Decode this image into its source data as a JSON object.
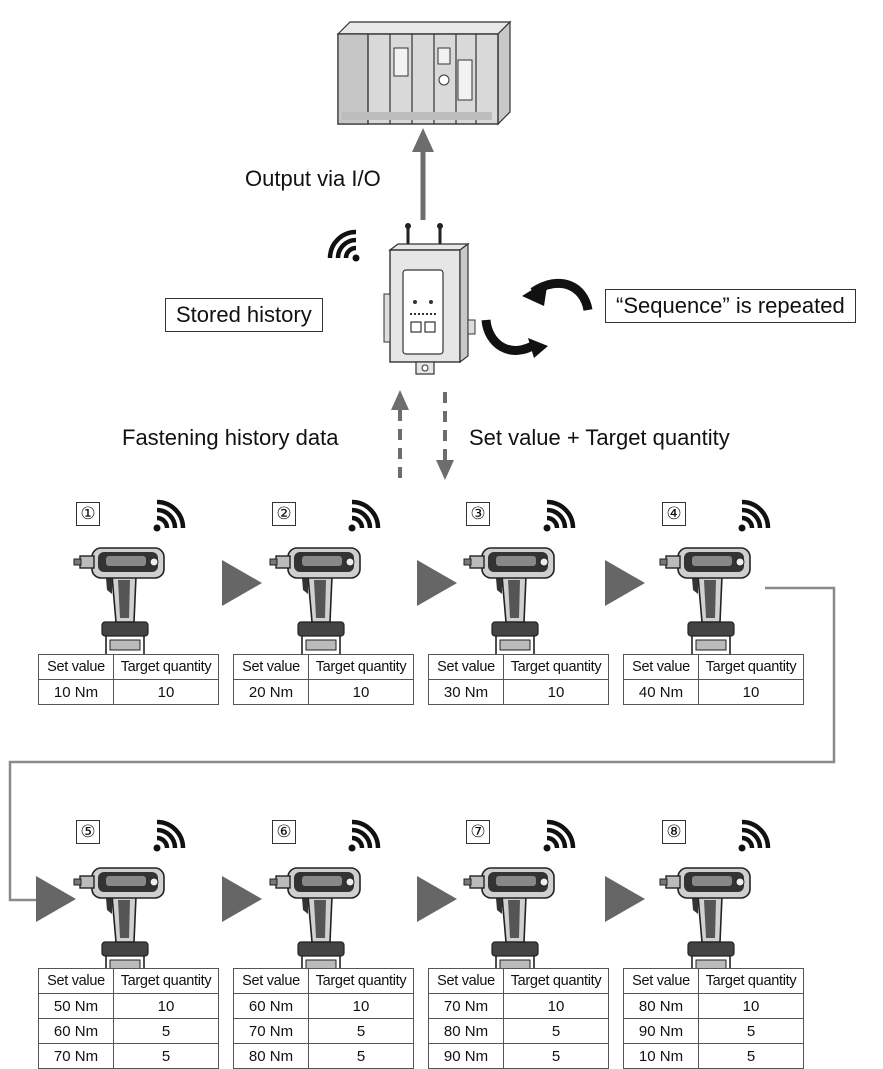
{
  "labels": {
    "output": "Output via I/O",
    "stored_history": "Stored history",
    "sequence_repeated": "“Sequence” is repeated",
    "fastening_history": "Fastening history data",
    "set_value_target": "Set value + Target quantity"
  },
  "table_headers": {
    "set_value": "Set value",
    "target_quantity": "Target quantity"
  },
  "steps": [
    {
      "num": "①",
      "rows": [
        {
          "set": "10 Nm",
          "qty": "10"
        }
      ]
    },
    {
      "num": "②",
      "rows": [
        {
          "set": "20 Nm",
          "qty": "10"
        }
      ]
    },
    {
      "num": "③",
      "rows": [
        {
          "set": "30 Nm",
          "qty": "10"
        }
      ]
    },
    {
      "num": "④",
      "rows": [
        {
          "set": "40 Nm",
          "qty": "10"
        }
      ]
    },
    {
      "num": "⑤",
      "rows": [
        {
          "set": "50 Nm",
          "qty": "10"
        },
        {
          "set": "60 Nm",
          "qty": "5"
        },
        {
          "set": "70 Nm",
          "qty": "5"
        }
      ]
    },
    {
      "num": "⑥",
      "rows": [
        {
          "set": "60 Nm",
          "qty": "10"
        },
        {
          "set": "70 Nm",
          "qty": "5"
        },
        {
          "set": "80 Nm",
          "qty": "5"
        }
      ]
    },
    {
      "num": "⑦",
      "rows": [
        {
          "set": "70 Nm",
          "qty": "10"
        },
        {
          "set": "80 Nm",
          "qty": "5"
        },
        {
          "set": "90 Nm",
          "qty": "5"
        }
      ]
    },
    {
      "num": "⑧",
      "rows": [
        {
          "set": "80 Nm",
          "qty": "10"
        },
        {
          "set": "90 Nm",
          "qty": "5"
        },
        {
          "set": "10 Nm",
          "qty": "5"
        }
      ]
    }
  ],
  "colors": {
    "arrow": "#6d6d6d",
    "line": "#8a8a8a",
    "ink": "#111111"
  }
}
